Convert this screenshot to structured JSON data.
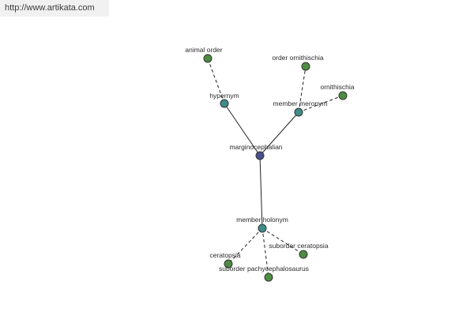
{
  "header": {
    "url": "http://www.artikata.com"
  },
  "graph": {
    "colors": {
      "center": "#4a4f8e",
      "relation": "#3f8c88",
      "leaf": "#4d8d42",
      "stroke": "#333333",
      "edge": "#222222"
    },
    "nodes": {
      "center": "marginocephalian",
      "hypernym": "hypernym",
      "member_meronym": "member meronym",
      "member_holonym": "member holonym",
      "animal_order": "animal order",
      "order_ornithischia": "order ornithischia",
      "ornithischia": "ornithischia",
      "ceratopsia": "ceratopsia",
      "suborder_pachycephalosaurus": "suborder pachycephalosaurus",
      "suborder_ceratopsia": "suborder ceratopsia"
    }
  }
}
